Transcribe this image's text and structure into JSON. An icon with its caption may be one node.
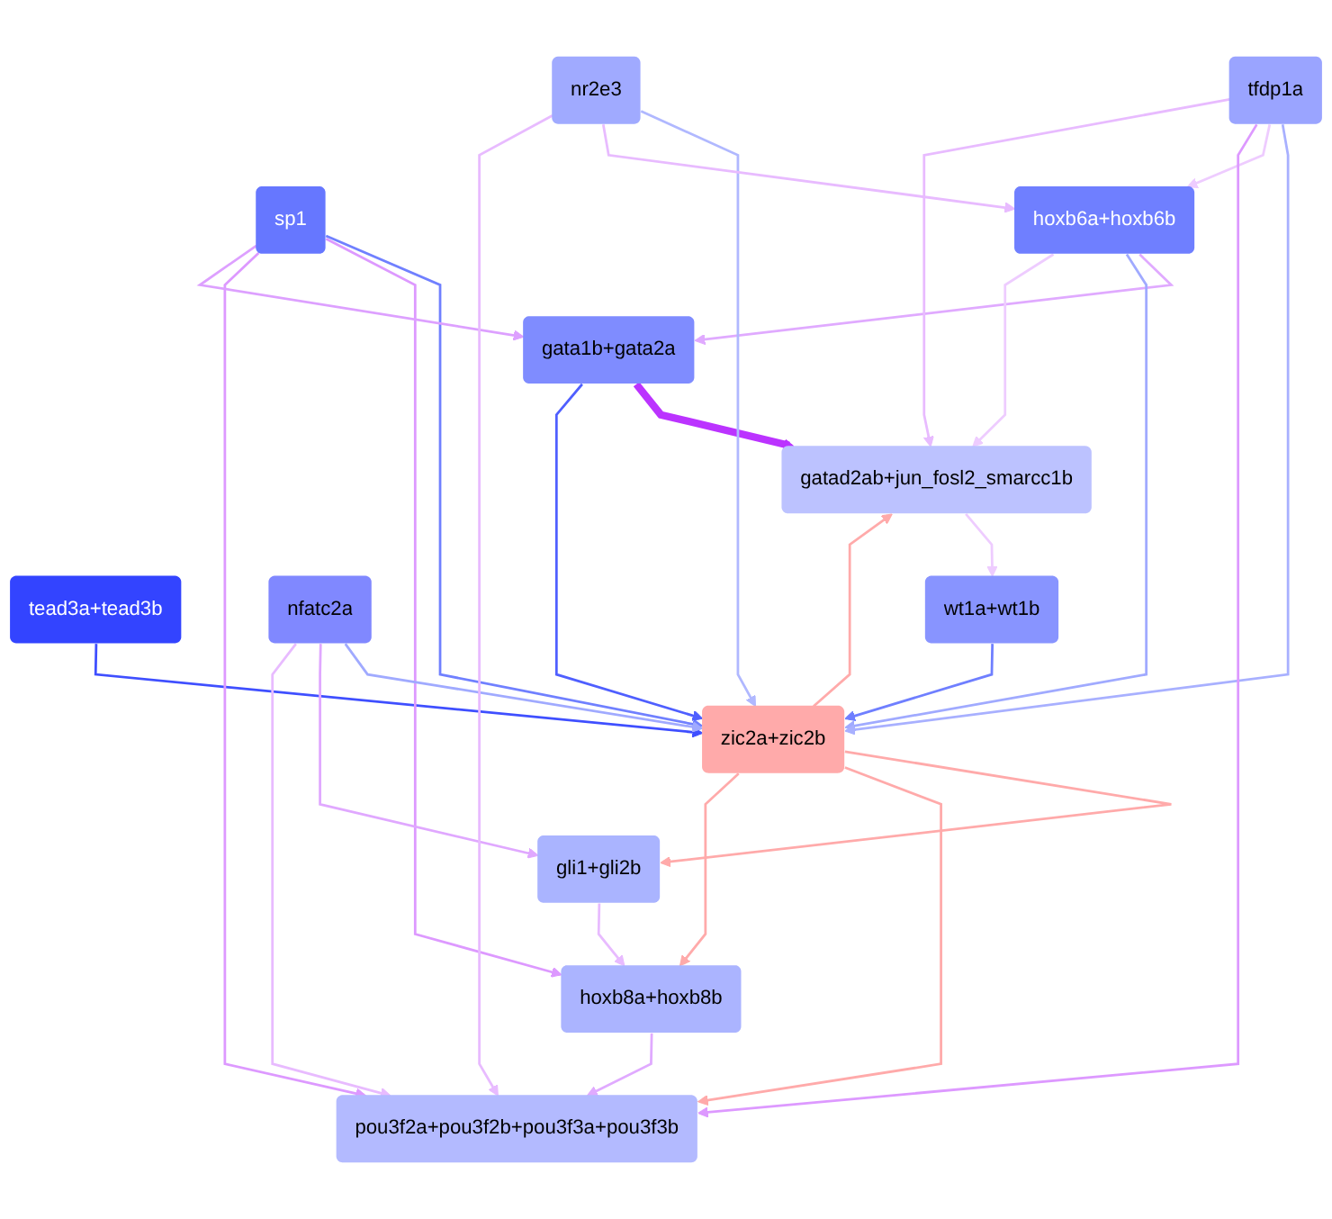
{
  "diagram": {
    "nodes": [
      {
        "text": [
          "gli1+gli2b"
        ]
      },
      {
        "text": [
          "gatad2ab+jun_fosl2_smarcc1b"
        ]
      },
      {
        "text": [
          "tead3a+tead3b"
        ]
      },
      {
        "text": [
          "pou3f2a+pou3f2b+pou3f3a+pou3f3b"
        ]
      },
      {
        "text": [
          "sp1"
        ]
      },
      {
        "text": [
          "hoxb8a+hoxb8b"
        ]
      },
      {
        "text": [
          "zic2a+zic2b"
        ]
      },
      {
        "text": [
          "gata1b+gata2a"
        ]
      },
      {
        "text": [
          "nr2e3"
        ]
      },
      {
        "text": [
          "hoxb6a+hoxb6b"
        ]
      },
      {
        "text": [
          "tfdp1a"
        ]
      },
      {
        "text": [
          "wt1a+wt1b"
        ]
      },
      {
        "text": [
          "nfatc2a"
        ]
      }
    ],
    "edges": [
      {
        "from": 2,
        "to": 6,
        "arrow": "to",
        "color": "#3f4fff"
      },
      {
        "from": 4,
        "to": 6,
        "arrow": "to",
        "color": "#7080ff"
      },
      {
        "from": 4,
        "to": 5,
        "arrow": "to",
        "color": "#dd99ff"
      },
      {
        "from": 4,
        "to": 3,
        "arrow": "to",
        "color": "#dd99ff"
      },
      {
        "from": 4,
        "to": 7,
        "arrow": "to",
        "color": "#dda0ff"
      },
      {
        "from": 7,
        "to": 1,
        "arrow": "to",
        "style": "thick",
        "color": "#bb33ff"
      },
      {
        "from": 7,
        "to": 6,
        "arrow": "to",
        "color": "#4f5fff"
      },
      {
        "from": 9,
        "to": 7,
        "arrow": "to",
        "color": "#e0aaff"
      },
      {
        "from": 9,
        "to": 6,
        "arrow": "to",
        "color": "#a0aaff"
      },
      {
        "from": 9,
        "to": 1,
        "arrow": "to",
        "color": "#eeccff"
      },
      {
        "from": 6,
        "to": 0,
        "arrow": "to",
        "color": "#ffaaaa"
      },
      {
        "from": 6,
        "to": 1,
        "arrow": "to",
        "color": "#ffaaaa"
      },
      {
        "from": 6,
        "to": 3,
        "arrow": "to",
        "color": "#ffaaaa"
      },
      {
        "from": 6,
        "to": 5,
        "arrow": "to",
        "color": "#ffaaaa"
      },
      {
        "from": 0,
        "to": 5,
        "arrow": "to",
        "color": "#e8bbff"
      },
      {
        "from": 1,
        "to": 11,
        "arrow": "to",
        "color": "#eeccff"
      },
      {
        "from": 11,
        "to": 6,
        "arrow": "to",
        "color": "#6f7fff"
      },
      {
        "from": 12,
        "to": 6,
        "arrow": "to",
        "color": "#a0aaff"
      },
      {
        "from": 12,
        "to": 0,
        "arrow": "to",
        "color": "#e0a8ff"
      },
      {
        "from": 12,
        "to": 3,
        "arrow": "to",
        "color": "#e8bbff"
      },
      {
        "from": 10,
        "to": 6,
        "arrow": "to",
        "color": "#a8b0ff"
      },
      {
        "from": 10,
        "to": 9,
        "arrow": "to",
        "color": "#eeccff"
      },
      {
        "from": 10,
        "to": 3,
        "arrow": "to",
        "color": "#dd99ff"
      },
      {
        "from": 10,
        "to": 1,
        "arrow": "to",
        "color": "#e8bbff"
      },
      {
        "from": 8,
        "to": 6,
        "arrow": "to",
        "color": "#b0b8ff"
      },
      {
        "from": 8,
        "to": 9,
        "arrow": "to",
        "color": "#e8bbff"
      },
      {
        "from": 8,
        "to": 3,
        "arrow": "to",
        "color": "#e8bbff"
      },
      {
        "from": 5,
        "to": 3,
        "arrow": "to",
        "color": "#e0aaff"
      }
    ]
  }
}
